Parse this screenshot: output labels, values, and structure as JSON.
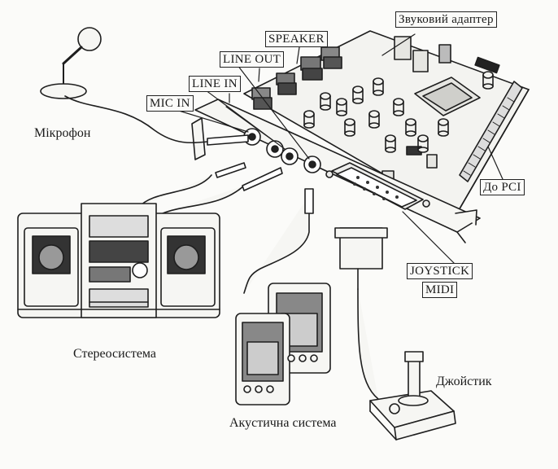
{
  "labels": {
    "sound_adapter": "Звуковий адаптер",
    "speaker": "SPEAKER",
    "line_out": "LINE OUT",
    "line_in": "LINE IN",
    "mic_in": "MIC IN",
    "microphone": "Мікрофон",
    "to_pci": "До PCI",
    "joystick": "JOYSTICK",
    "midi": "MIDI",
    "stereo_system": "Стереосистема",
    "acoustic_system": "Акустична система",
    "joystick_device": "Джойстик"
  },
  "colors": {
    "ink": "#1a1a1a",
    "paper": "#fbfbf9"
  }
}
